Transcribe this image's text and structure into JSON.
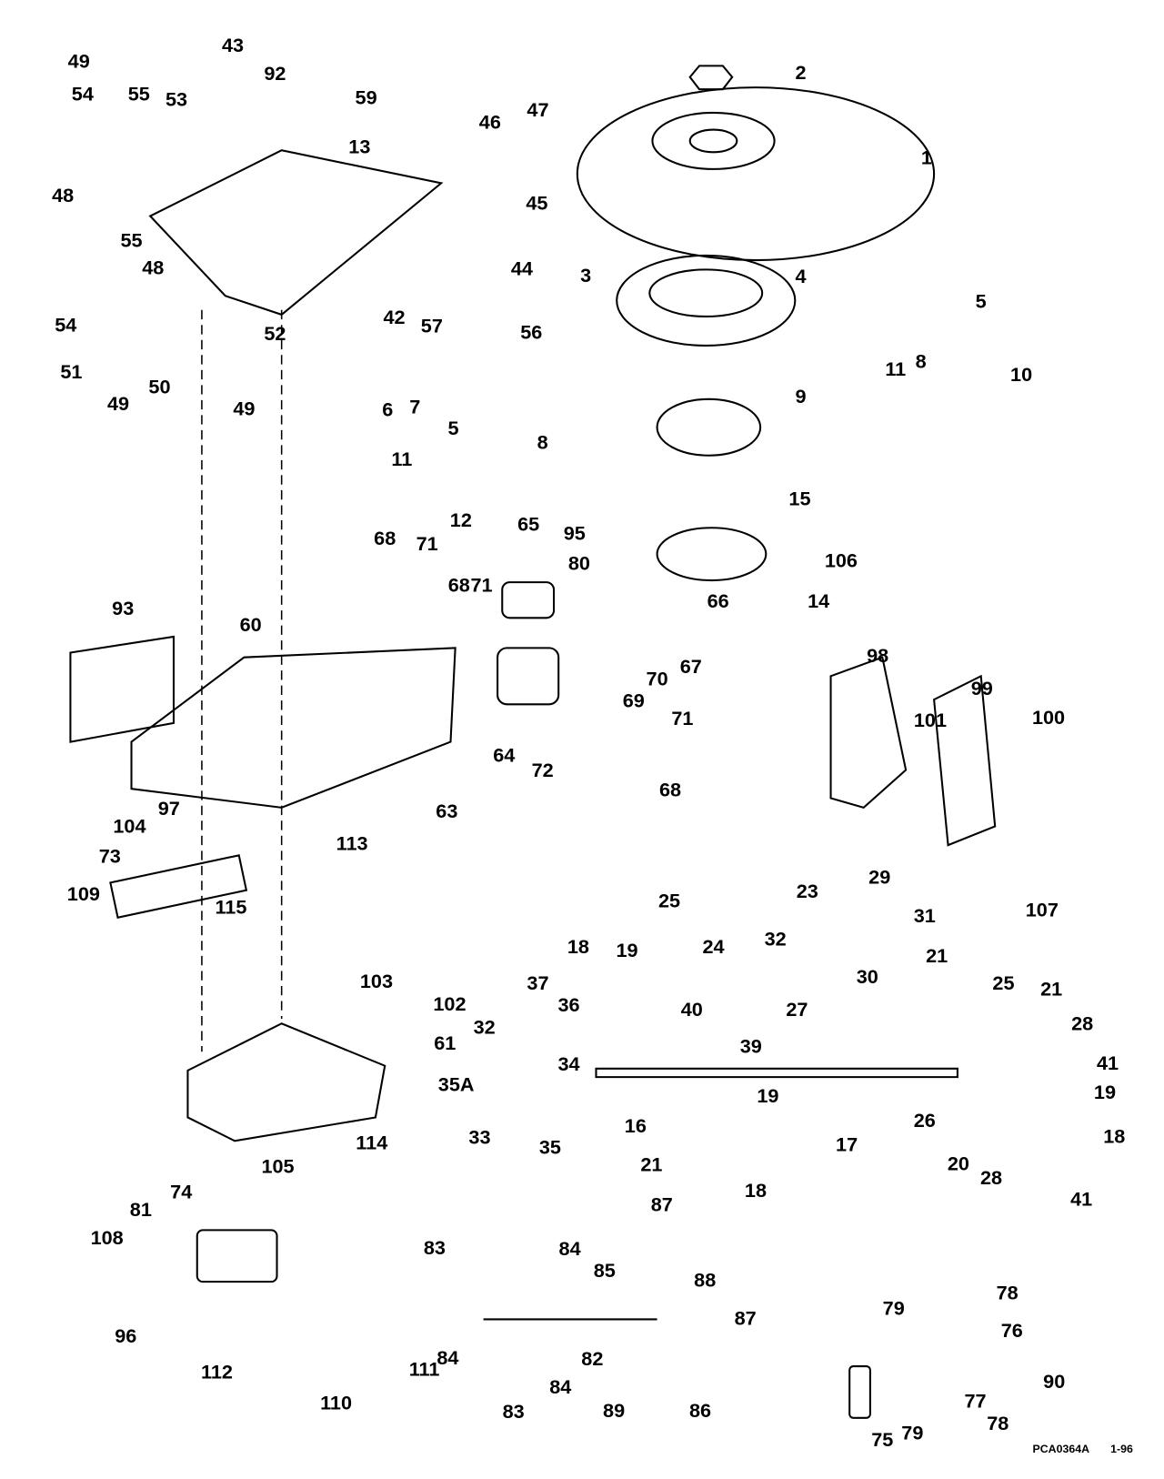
{
  "diagram": {
    "labels": [
      "49",
      "43",
      "92",
      "59",
      "2",
      "1",
      "54",
      "55",
      "53",
      "13",
      "46",
      "47",
      "48",
      "45",
      "55",
      "44",
      "3",
      "4",
      "5",
      "48",
      "54",
      "42",
      "57",
      "56",
      "52",
      "51",
      "50",
      "49",
      "49",
      "6",
      "7",
      "8",
      "11",
      "10",
      "9",
      "5",
      "8",
      "11",
      "12",
      "65",
      "95",
      "15",
      "80",
      "106",
      "68",
      "71",
      "68",
      "71",
      "66",
      "14",
      "93",
      "60",
      "98",
      "67",
      "70",
      "69",
      "99",
      "101",
      "100",
      "71",
      "64",
      "72",
      "68",
      "63",
      "113",
      "97",
      "104",
      "73",
      "109",
      "115",
      "23",
      "29",
      "31",
      "107",
      "25",
      "24",
      "32",
      "18",
      "19",
      "21",
      "37",
      "36",
      "30",
      "40",
      "27",
      "25",
      "21",
      "103",
      "102",
      "32",
      "39",
      "28",
      "61",
      "41",
      "34",
      "35A",
      "19",
      "19",
      "26",
      "16",
      "33",
      "35",
      "18",
      "114",
      "17",
      "21",
      "20",
      "28",
      "18",
      "41",
      "105",
      "74",
      "87",
      "81",
      "108",
      "83",
      "84",
      "85",
      "88",
      "78",
      "76",
      "87",
      "96",
      "82",
      "84",
      "79",
      "112",
      "111",
      "84",
      "90",
      "110",
      "83",
      "89",
      "86",
      "77",
      "75",
      "79",
      "78"
    ],
    "figure_code": "PCA0364A",
    "date_code": "1-96"
  }
}
